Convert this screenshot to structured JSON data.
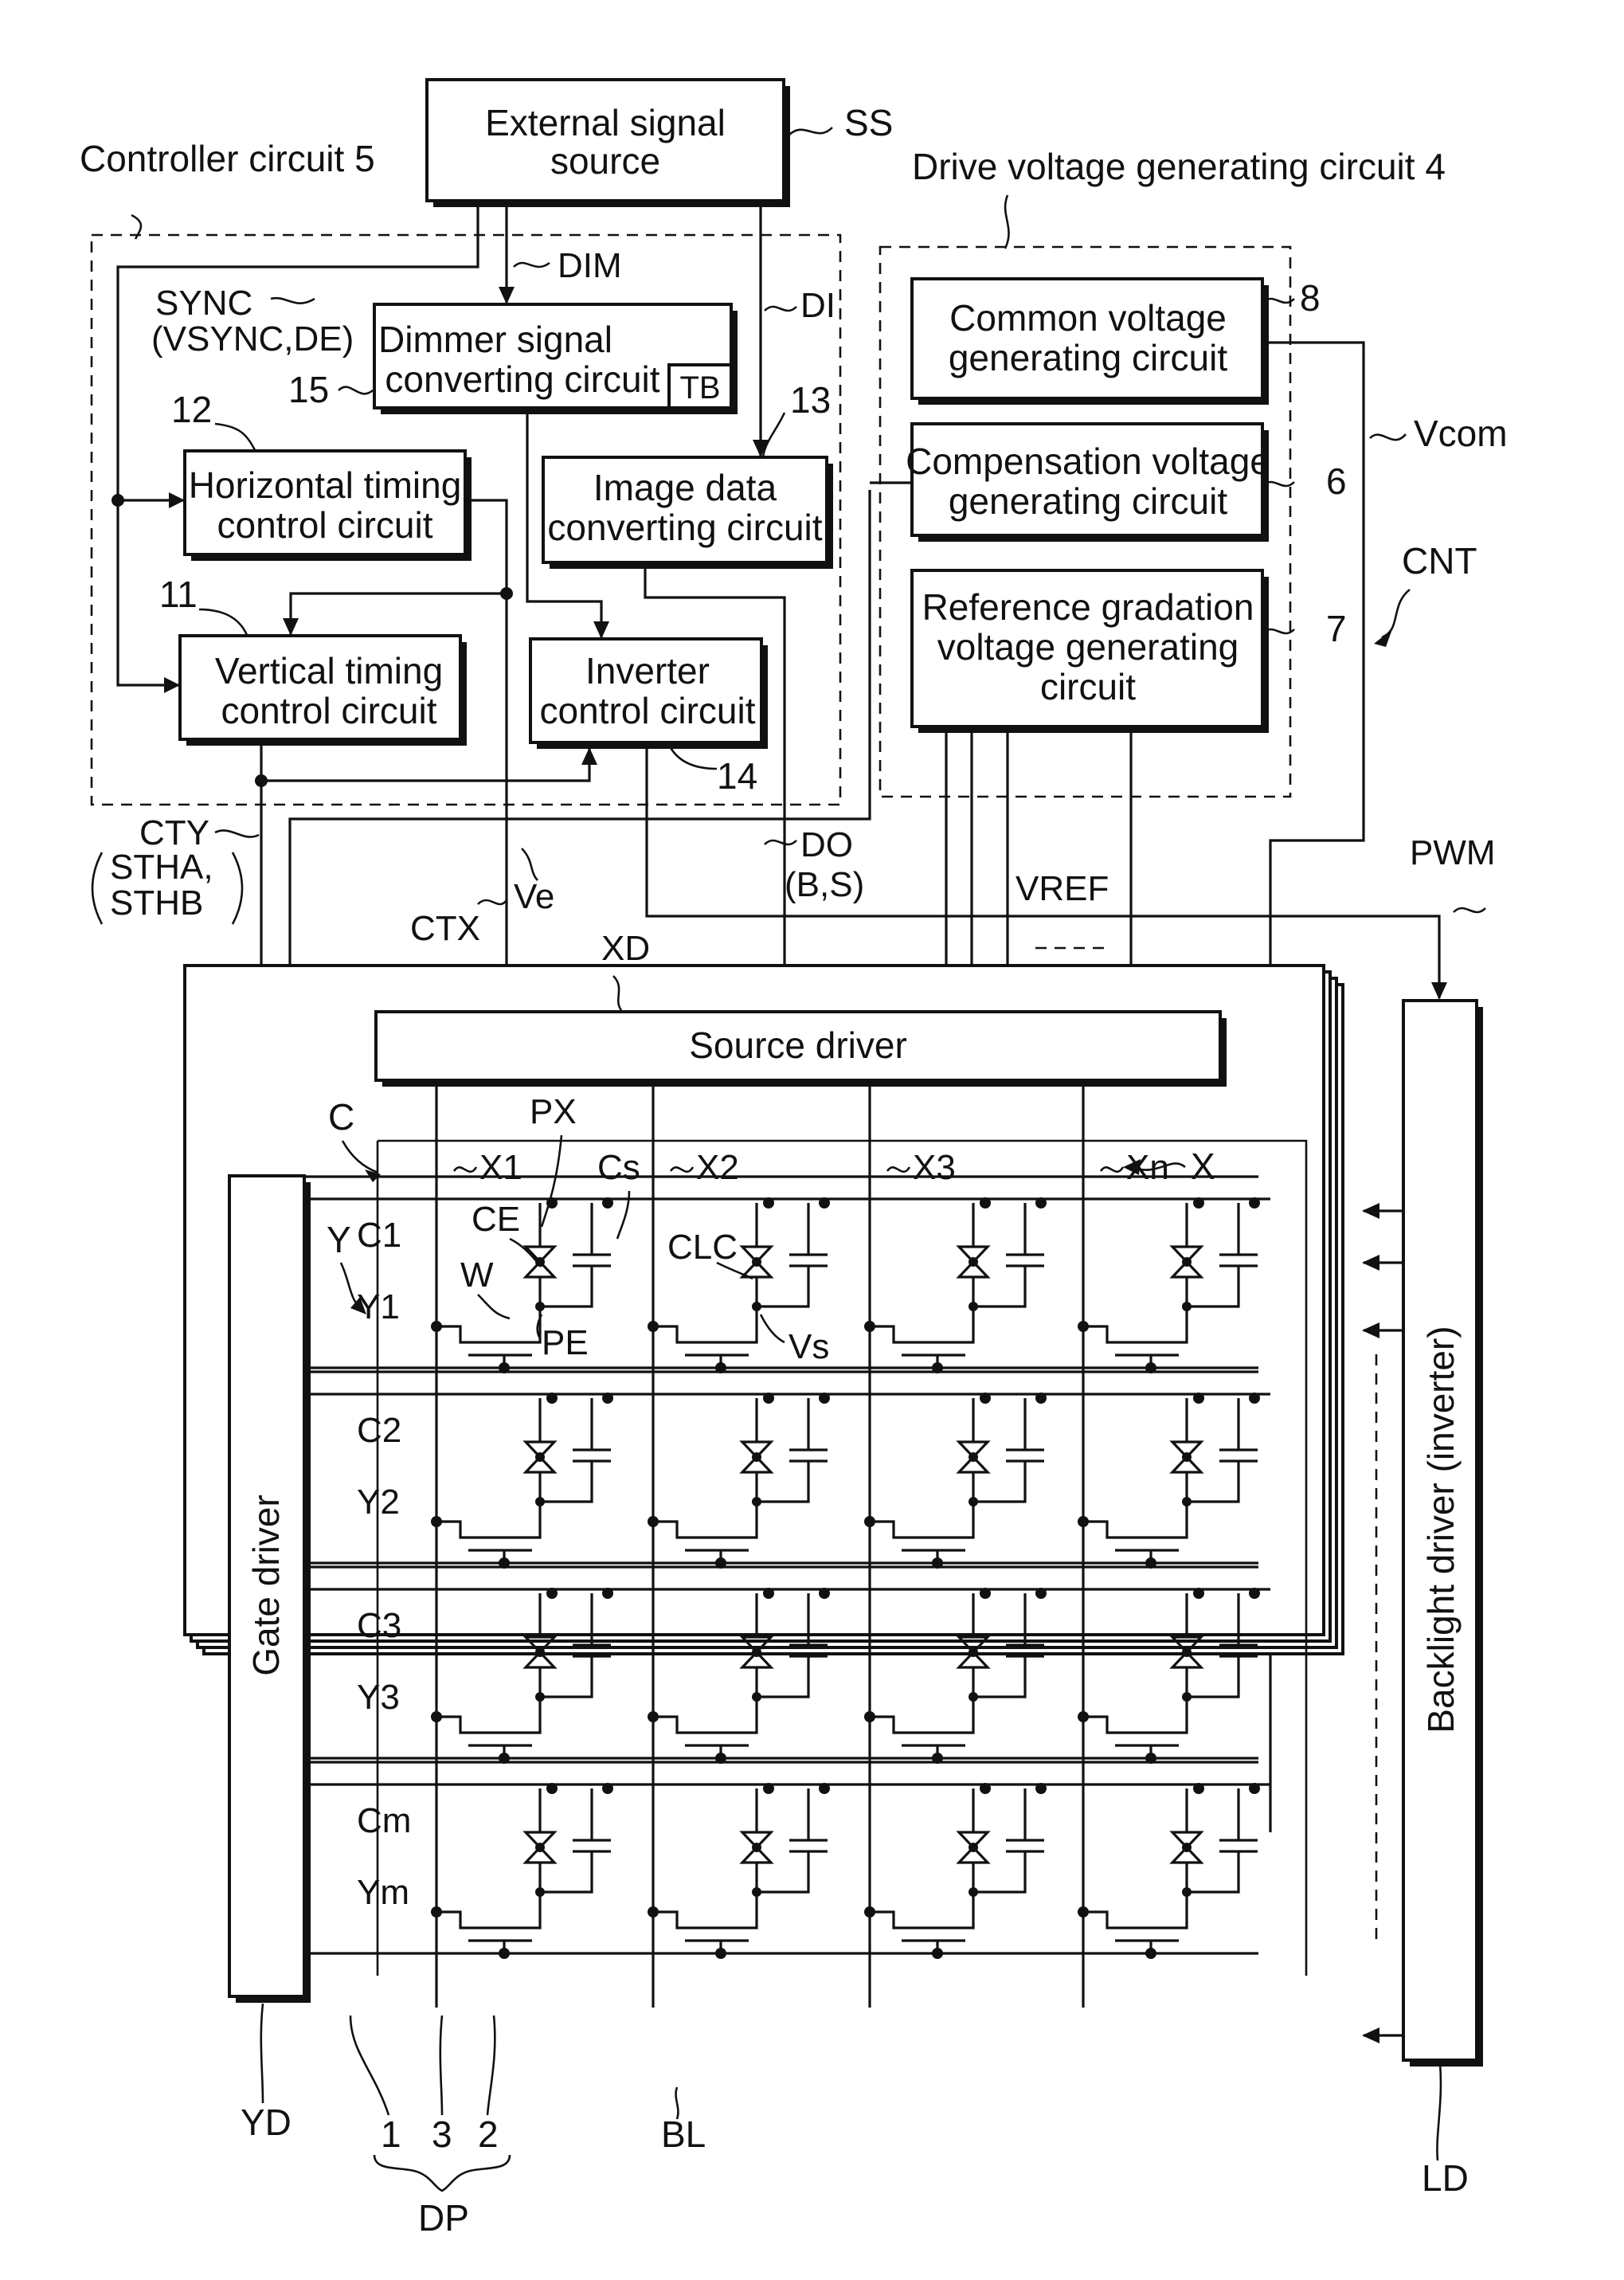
{
  "blocks": {
    "external_signal_source": [
      "External signal",
      "source"
    ],
    "dimmer_converter": [
      "Dimmer signal",
      "converting circuit"
    ],
    "table": "TB",
    "horizontal_timing": [
      "Horizontal timing",
      "control circuit"
    ],
    "vertical_timing": [
      "Vertical timing",
      "control circuit"
    ],
    "image_data_converter": [
      "Image data",
      "converting circuit"
    ],
    "inverter_control": [
      "Inverter",
      "control circuit"
    ],
    "common_voltage": [
      "Common voltage",
      "generating circuit"
    ],
    "compensation_voltage": [
      "Compensation voltage",
      "generating circuit"
    ],
    "reference_gradation": [
      "Reference gradation",
      "voltage generating",
      "circuit"
    ],
    "source_driver": "Source driver",
    "gate_driver": "Gate driver",
    "backlight_driver": "Backlight driver (inverter)"
  },
  "group_labels": {
    "controller": "Controller circuit 5",
    "drive_voltage": "Drive voltage generating circuit 4"
  },
  "reference_numerals": {
    "ss": "SS",
    "n8": "8",
    "n6": "6",
    "n7": "7",
    "n11": "11",
    "n12": "12",
    "n13": "13",
    "n14": "14",
    "n15": "15",
    "cnt": "CNT",
    "vcom": "Vcom",
    "pwm": "PWM",
    "ld": "LD",
    "yd": "YD",
    "bl": "BL",
    "dp": "DP",
    "n1": "1",
    "n3": "3",
    "n2": "2",
    "xd": "XD"
  },
  "signals": {
    "sync": [
      "SYNC",
      "(VSYNC,DE)"
    ],
    "dim": "DIM",
    "di": "DI",
    "cty": [
      "CTY",
      "STHA,",
      "STHB"
    ],
    "ctx": "CTX",
    "ve": "Ve",
    "do": [
      "DO",
      "(B,S)"
    ],
    "vref": "VREF"
  },
  "array_labels": {
    "c": "C",
    "px": "PX",
    "cs": "Cs",
    "ce": "CE",
    "clc": "CLC",
    "w": "W",
    "pe": "PE",
    "vs": "Vs",
    "y": "Y",
    "x": "X",
    "columns": [
      "X1",
      "X2",
      "X3",
      "Xn"
    ],
    "capacitor_lines": [
      "C1",
      "C2",
      "C3",
      "Cm"
    ],
    "gate_lines": [
      "Y1",
      "Y2",
      "Y3",
      "Ym"
    ]
  },
  "counts": {
    "rows": 4,
    "columns": 4
  }
}
